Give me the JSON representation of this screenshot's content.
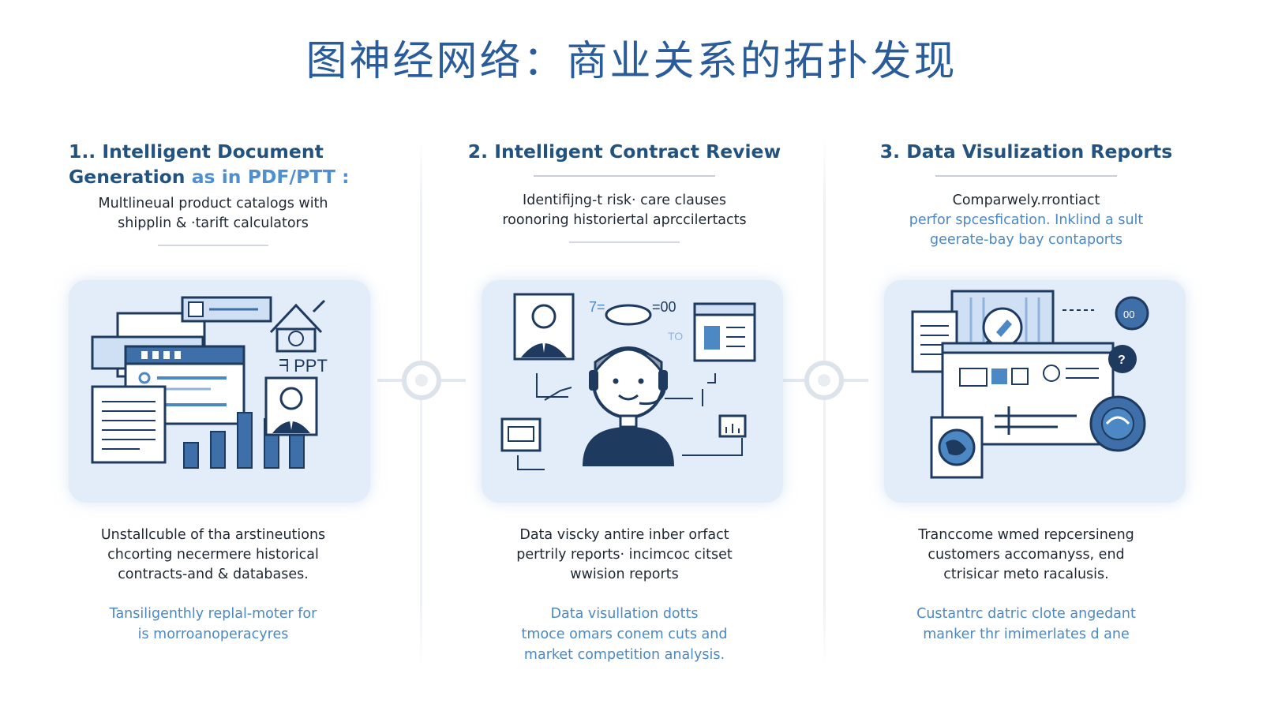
{
  "title": "图神经网络：商业关系的拓扑发现",
  "columns": [
    {
      "title_line1": "1.. Intelligent Document",
      "title_line2_main": "Generation",
      "title_line2_highlight": "as in PDF/PTT :",
      "desc_lines": [
        "Multlineual product catalogs with",
        "shipplin & ·tarift calculators"
      ],
      "desc_blue_lines": [],
      "illus_label": "ᖷ PPT",
      "bottom_dark": [
        "Unstallcuble of tha arstineutions",
        "chcorting necermere historical",
        "contracts-and & databases."
      ],
      "bottom_light": [
        "Tansiligenthly replal-moter for",
        "is morroanoperacyres"
      ]
    },
    {
      "title_line1": "2. Intelligent Contract Review",
      "desc_lines": [
        "Identifijng-t risk· care clauses",
        "roonoring historiertal aprccilertacts"
      ],
      "desc_blue_lines": [],
      "illus_label_a": "7=",
      "illus_label_b": "=00",
      "illus_label_c": "TO",
      "bottom_dark": [
        "Data viscky antire inber orfact",
        "pertrily reports· incimcoc citset",
        "wwision reports"
      ],
      "bottom_light": [
        "Data visullation dotts",
        "tmoce omars conem cuts and",
        "market competition analysis."
      ]
    },
    {
      "title_line1": "3. Data Visulization Reports",
      "desc_lines": [
        "Comparwely.rrontiact"
      ],
      "desc_blue_lines": [
        "perfor spcesfication. Inklind a sult",
        "geerate-bay bay contaports"
      ],
      "illus_label": "00",
      "bottom_dark": [
        "Tranccome wmed repcersineng",
        "customers accomanyss, end",
        "ctrisicar meto racalusis."
      ],
      "bottom_light": [
        "Custantrc datric clote angedant",
        "manker thr imimerlates d ane"
      ]
    }
  ],
  "colors": {
    "title": "#2a5c9a",
    "heading": "#22527f",
    "accent": "#4b88c4",
    "panel": "#e3edf9",
    "navy": "#1e3a5f"
  }
}
